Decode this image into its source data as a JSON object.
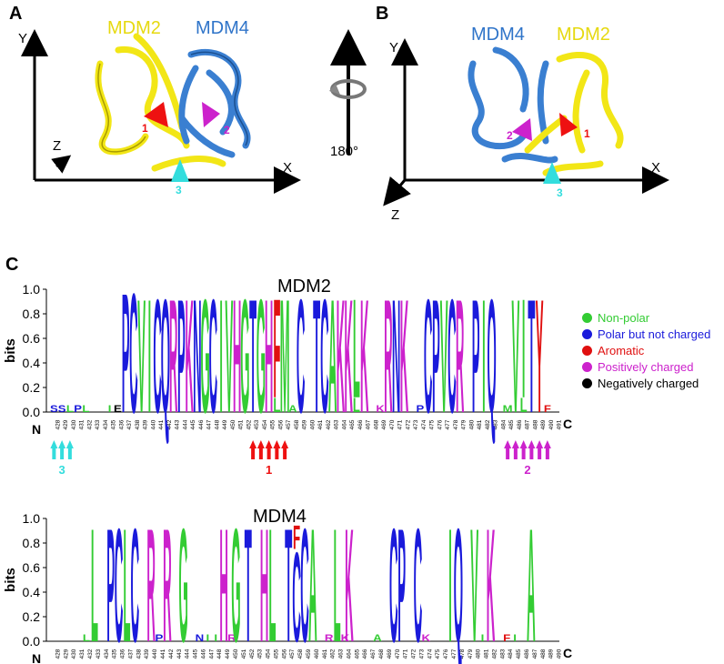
{
  "panels": {
    "a": {
      "letter": "A",
      "mdm2": "MDM2",
      "mdm4": "MDM4",
      "axis_y": "Y",
      "axis_x": "X",
      "axis_z": "Z",
      "site1": "1",
      "site2": "2",
      "site3": "3"
    },
    "b": {
      "letter": "B",
      "mdm2": "MDM2",
      "mdm4": "MDM4",
      "axis_y": "Y",
      "axis_x": "X",
      "axis_z": "Z",
      "site1": "1",
      "site2": "2",
      "site3": "3"
    },
    "rotation": {
      "label": "180°"
    },
    "c": {
      "letter": "C"
    }
  },
  "legend": [
    {
      "label": "Non-polar",
      "color": "#33cc33"
    },
    {
      "label": "Polar but not charged",
      "color": "#1a1adb"
    },
    {
      "label": "Aromatic",
      "color": "#e01010"
    },
    {
      "label": "Positively charged",
      "color": "#cc22cc"
    },
    {
      "label": "Negatively charged",
      "color": "#000000"
    }
  ],
  "colors": {
    "mdm2_ribbon": "#f2e616",
    "mdm4_ribbon": "#3a7fd1",
    "site1": "#ee1111",
    "site2": "#cc22cc",
    "site3": "#33dddd"
  },
  "logos": [
    {
      "title": "MDM2",
      "ylabel": "bits",
      "yticks": [
        "1.0",
        "0.8",
        "0.6",
        "0.4",
        "0.2",
        "0.0"
      ],
      "n_label": "N",
      "c_label": "C",
      "positions": [
        "428",
        "429",
        "430",
        "431",
        "432",
        "433",
        "434",
        "435",
        "436",
        "437",
        "438",
        "439",
        "440",
        "441",
        "442",
        "443",
        "444",
        "445",
        "446",
        "447",
        "448",
        "449",
        "450",
        "451",
        "452",
        "453",
        "454",
        "455",
        "456",
        "457",
        "458",
        "459",
        "460",
        "461",
        "462",
        "463",
        "464",
        "465",
        "466",
        "467",
        "468",
        "469",
        "470",
        "471",
        "472",
        "473",
        "474",
        "475",
        "476",
        "477",
        "478",
        "479",
        "480",
        "481",
        "482",
        "483",
        "484",
        "485",
        "486",
        "487",
        "488",
        "489",
        "490",
        "491"
      ],
      "letters": [
        {
          "pos": "428",
          "stack": [
            {
              "aa": "S",
              "h": 0.06
            }
          ]
        },
        {
          "pos": "429",
          "stack": [
            {
              "aa": "S",
              "h": 0.06
            }
          ]
        },
        {
          "pos": "430",
          "stack": [
            {
              "aa": "L",
              "h": 0.06
            }
          ]
        },
        {
          "pos": "431",
          "stack": [
            {
              "aa": "P",
              "h": 0.06
            }
          ]
        },
        {
          "pos": "432",
          "stack": [
            {
              "aa": "L",
              "h": 0.06
            }
          ]
        },
        {
          "pos": "435",
          "stack": [
            {
              "aa": "I",
              "h": 0.06
            }
          ]
        },
        {
          "pos": "436",
          "stack": [
            {
              "aa": "E",
              "h": 0.06
            }
          ]
        },
        {
          "pos": "437",
          "stack": [
            {
              "aa": "P",
              "h": 1.0
            }
          ]
        },
        {
          "pos": "438",
          "stack": [
            {
              "aa": "C",
              "h": 1.0
            }
          ]
        },
        {
          "pos": "439",
          "stack": [
            {
              "aa": "V",
              "h": 0.95
            }
          ]
        },
        {
          "pos": "440",
          "stack": [
            {
              "aa": "I",
              "h": 0.95
            }
          ]
        },
        {
          "pos": "441",
          "stack": [
            {
              "aa": "C",
              "h": 0.95
            }
          ]
        },
        {
          "pos": "442",
          "stack": [
            {
              "aa": "Q",
              "h": 0.95
            }
          ]
        },
        {
          "pos": "443",
          "stack": [
            {
              "aa": "R",
              "h": 0.95
            }
          ]
        },
        {
          "pos": "444",
          "stack": [
            {
              "aa": "P",
              "h": 0.95
            }
          ]
        },
        {
          "pos": "445",
          "stack": [
            {
              "aa": "K",
              "h": 0.95
            }
          ]
        },
        {
          "pos": "446",
          "stack": [
            {
              "aa": "N",
              "h": 0.95
            }
          ]
        },
        {
          "pos": "447",
          "stack": [
            {
              "aa": "G",
              "h": 0.95
            }
          ]
        },
        {
          "pos": "448",
          "stack": [
            {
              "aa": "C",
              "h": 0.95
            }
          ]
        },
        {
          "pos": "449",
          "stack": [
            {
              "aa": "I",
              "h": 0.95
            }
          ]
        },
        {
          "pos": "450",
          "stack": [
            {
              "aa": "V",
              "h": 0.95
            }
          ]
        },
        {
          "pos": "451",
          "stack": [
            {
              "aa": "H",
              "h": 0.95
            }
          ]
        },
        {
          "pos": "452",
          "stack": [
            {
              "aa": "G",
              "h": 0.95
            }
          ]
        },
        {
          "pos": "453",
          "stack": [
            {
              "aa": "T",
              "h": 0.95
            }
          ]
        },
        {
          "pos": "454",
          "stack": [
            {
              "aa": "G",
              "h": 0.95
            }
          ]
        },
        {
          "pos": "455",
          "stack": [
            {
              "aa": "H",
              "h": 0.95
            }
          ]
        },
        {
          "pos": "456",
          "stack": [
            {
              "aa": "L",
              "h": 0.12
            },
            {
              "aa": "F",
              "h": 0.83
            }
          ]
        },
        {
          "pos": "457",
          "stack": [
            {
              "aa": "M",
              "h": 0.95
            }
          ]
        },
        {
          "pos": "458",
          "stack": [
            {
              "aa": "A",
              "h": 0.06
            }
          ]
        },
        {
          "pos": "459",
          "stack": [
            {
              "aa": "C",
              "h": 0.95
            }
          ]
        },
        {
          "pos": "461",
          "stack": [
            {
              "aa": "T",
              "h": 0.95
            }
          ]
        },
        {
          "pos": "462",
          "stack": [
            {
              "aa": "C",
              "h": 0.95
            }
          ]
        },
        {
          "pos": "463",
          "stack": [
            {
              "aa": "A",
              "h": 0.95
            }
          ]
        },
        {
          "pos": "464",
          "stack": [
            {
              "aa": "K",
              "h": 0.95
            }
          ]
        },
        {
          "pos": "465",
          "stack": [
            {
              "aa": "K",
              "h": 0.95
            }
          ]
        },
        {
          "pos": "466",
          "stack": [
            {
              "aa": "L",
              "h": 0.12
            },
            {
              "aa": "L",
              "h": 0.83
            }
          ]
        },
        {
          "pos": "467",
          "stack": [
            {
              "aa": "K",
              "h": 0.95
            }
          ]
        },
        {
          "pos": "469",
          "stack": [
            {
              "aa": "K",
              "h": 0.06
            }
          ]
        },
        {
          "pos": "470",
          "stack": [
            {
              "aa": "R",
              "h": 0.95
            }
          ]
        },
        {
          "pos": "471",
          "stack": [
            {
              "aa": "N",
              "h": 0.95
            }
          ]
        },
        {
          "pos": "472",
          "stack": [
            {
              "aa": "K",
              "h": 0.95
            }
          ]
        },
        {
          "pos": "474",
          "stack": [
            {
              "aa": "P",
              "h": 0.06
            }
          ]
        },
        {
          "pos": "475",
          "stack": [
            {
              "aa": "C",
              "h": 0.95
            }
          ]
        },
        {
          "pos": "476",
          "stack": [
            {
              "aa": "P",
              "h": 0.95
            }
          ]
        },
        {
          "pos": "477",
          "stack": [
            {
              "aa": "V",
              "h": 0.95
            }
          ]
        },
        {
          "pos": "478",
          "stack": [
            {
              "aa": "C",
              "h": 0.95
            }
          ]
        },
        {
          "pos": "479",
          "stack": [
            {
              "aa": "R",
              "h": 0.95
            }
          ]
        },
        {
          "pos": "481",
          "stack": [
            {
              "aa": "P",
              "h": 0.95
            }
          ]
        },
        {
          "pos": "482",
          "stack": [
            {
              "aa": "I",
              "h": 0.95
            }
          ]
        },
        {
          "pos": "483",
          "stack": [
            {
              "aa": "Q",
              "h": 0.95
            }
          ]
        },
        {
          "pos": "485",
          "stack": [
            {
              "aa": "M",
              "h": 0.06
            }
          ]
        },
        {
          "pos": "486",
          "stack": [
            {
              "aa": "V",
              "h": 0.95
            }
          ]
        },
        {
          "pos": "487",
          "stack": [
            {
              "aa": "L",
              "h": 0.12
            },
            {
              "aa": "I",
              "h": 0.83
            }
          ]
        },
        {
          "pos": "488",
          "stack": [
            {
              "aa": "T",
              "h": 0.95
            }
          ]
        },
        {
          "pos": "489",
          "stack": [
            {
              "aa": "Y",
              "h": 0.95
            }
          ]
        },
        {
          "pos": "490",
          "stack": [
            {
              "aa": "F",
              "h": 0.06
            }
          ]
        }
      ],
      "sites": [
        {
          "label": "3",
          "color": "#33dddd",
          "from": "428",
          "to": "430"
        },
        {
          "label": "1",
          "color": "#ee1111",
          "from": "453",
          "to": "457"
        },
        {
          "label": "2",
          "color": "#cc22cc",
          "from": "485",
          "to": "490"
        }
      ]
    },
    {
      "title": "MDM4",
      "ylabel": "bits",
      "yticks": [
        "1.0",
        "0.8",
        "0.6",
        "0.4",
        "0.2",
        "0.0"
      ],
      "n_label": "N",
      "c_label": "C",
      "positions": [
        "428",
        "429",
        "430",
        "431",
        "432",
        "433",
        "434",
        "435",
        "436",
        "437",
        "438",
        "439",
        "440",
        "441",
        "442",
        "443",
        "444",
        "445",
        "446",
        "447",
        "448",
        "449",
        "450",
        "451",
        "452",
        "453",
        "454",
        "455",
        "456",
        "457",
        "458",
        "459",
        "460",
        "461",
        "462",
        "463",
        "464",
        "465",
        "466",
        "467",
        "468",
        "469",
        "470",
        "471",
        "472",
        "473",
        "474",
        "475",
        "476",
        "477",
        "478",
        "479",
        "480",
        "481",
        "482",
        "483",
        "484",
        "485",
        "486",
        "487",
        "488",
        "489",
        "490"
      ],
      "letters": [
        {
          "pos": "432",
          "stack": [
            {
              "aa": "L",
              "h": 0.06
            }
          ]
        },
        {
          "pos": "433",
          "stack": [
            {
              "aa": "L",
              "h": 0.95
            }
          ]
        },
        {
          "pos": "435",
          "stack": [
            {
              "aa": "P",
              "h": 0.95
            }
          ]
        },
        {
          "pos": "436",
          "stack": [
            {
              "aa": "C",
              "h": 0.95
            }
          ]
        },
        {
          "pos": "437",
          "stack": [
            {
              "aa": "L",
              "h": 0.95
            }
          ]
        },
        {
          "pos": "438",
          "stack": [
            {
              "aa": "C",
              "h": 0.95
            }
          ]
        },
        {
          "pos": "440",
          "stack": [
            {
              "aa": "R",
              "h": 0.95
            }
          ]
        },
        {
          "pos": "441",
          "stack": [
            {
              "aa": "P",
              "h": 0.06
            }
          ]
        },
        {
          "pos": "442",
          "stack": [
            {
              "aa": "R",
              "h": 0.95
            }
          ]
        },
        {
          "pos": "444",
          "stack": [
            {
              "aa": "G",
              "h": 0.95
            }
          ]
        },
        {
          "pos": "446",
          "stack": [
            {
              "aa": "N",
              "h": 0.06
            }
          ]
        },
        {
          "pos": "447",
          "stack": [
            {
              "aa": "I",
              "h": 0.06
            }
          ]
        },
        {
          "pos": "448",
          "stack": [
            {
              "aa": "I",
              "h": 0.06
            }
          ]
        },
        {
          "pos": "449",
          "stack": [
            {
              "aa": "H",
              "h": 0.95
            }
          ]
        },
        {
          "pos": "450",
          "stack": [
            {
              "aa": "R",
              "h": 0.06
            }
          ]
        },
        {
          "pos": "450b",
          "stack": [
            {
              "aa": "G",
              "h": 0.95
            }
          ]
        },
        {
          "pos": "452",
          "stack": [
            {
              "aa": "T",
              "h": 0.95
            }
          ]
        },
        {
          "pos": "454",
          "stack": [
            {
              "aa": "H",
              "h": 0.95
            }
          ]
        },
        {
          "pos": "455",
          "stack": [
            {
              "aa": "L",
              "h": 0.95
            }
          ]
        },
        {
          "pos": "457",
          "stack": [
            {
              "aa": "T",
              "h": 0.95
            }
          ]
        },
        {
          "pos": "458",
          "stack": [
            {
              "aa": "C",
              "h": 0.75
            },
            {
              "aa": "F",
              "h": 0.2
            }
          ]
        },
        {
          "pos": "459",
          "stack": [
            {
              "aa": "C",
              "h": 0.95
            }
          ]
        },
        {
          "pos": "460",
          "stack": [
            {
              "aa": "A",
              "h": 0.95
            }
          ]
        },
        {
          "pos": "462",
          "stack": [
            {
              "aa": "R",
              "h": 0.06
            }
          ]
        },
        {
          "pos": "463",
          "stack": [
            {
              "aa": "L",
              "h": 0.95
            }
          ]
        },
        {
          "pos": "464",
          "stack": [
            {
              "aa": "K",
              "h": 0.06
            }
          ]
        },
        {
          "pos": "464b",
          "stack": [
            {
              "aa": "K",
              "h": 0.95
            }
          ]
        },
        {
          "pos": "468",
          "stack": [
            {
              "aa": "A",
              "h": 0.06
            }
          ]
        },
        {
          "pos": "470",
          "stack": [
            {
              "aa": "C",
              "h": 0.95
            }
          ]
        },
        {
          "pos": "471",
          "stack": [
            {
              "aa": "P",
              "h": 0.95
            }
          ]
        },
        {
          "pos": "473",
          "stack": [
            {
              "aa": "C",
              "h": 0.95
            }
          ]
        },
        {
          "pos": "474",
          "stack": [
            {
              "aa": "K",
              "h": 0.06
            }
          ]
        },
        {
          "pos": "477",
          "stack": [
            {
              "aa": "I",
              "h": 0.95
            }
          ]
        },
        {
          "pos": "478",
          "stack": [
            {
              "aa": "Q",
              "h": 0.95
            }
          ]
        },
        {
          "pos": "480",
          "stack": [
            {
              "aa": "V",
              "h": 0.95
            }
          ]
        },
        {
          "pos": "481",
          "stack": [
            {
              "aa": "I",
              "h": 0.06
            }
          ]
        },
        {
          "pos": "482",
          "stack": [
            {
              "aa": "K",
              "h": 0.95
            }
          ]
        },
        {
          "pos": "484",
          "stack": [
            {
              "aa": "F",
              "h": 0.06
            }
          ]
        },
        {
          "pos": "485",
          "stack": [
            {
              "aa": "I",
              "h": 0.06
            }
          ]
        },
        {
          "pos": "487",
          "stack": [
            {
              "aa": "A",
              "h": 0.95
            }
          ]
        }
      ],
      "sites": []
    }
  ]
}
